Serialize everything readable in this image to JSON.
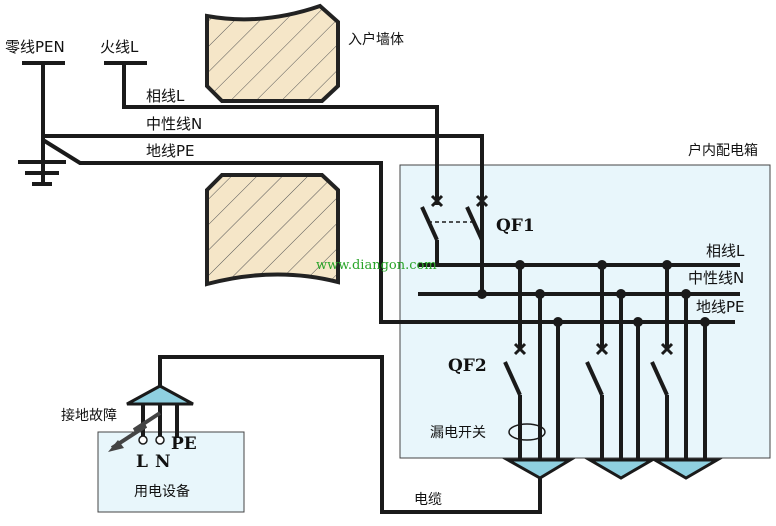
{
  "labels": {
    "pen_label": "零线PEN",
    "live_label": "火线L",
    "wall_label": "入户墙体",
    "phase_left": "相线L",
    "neutral_left": "中性线N",
    "pe_left": "地线PE",
    "box_title": "户内配电箱",
    "qf1": "QF1",
    "qf2": "QF2",
    "phase_right": "相线L",
    "neutral_right": "中性线N",
    "pe_right": "地线PE",
    "fault": "接地故障",
    "pe_term": "PE",
    "l_term": "L",
    "n_term": "N",
    "device": "用电设备",
    "rcd": "漏电开关",
    "cable": "电缆",
    "watermark": "www.diangon.com"
  },
  "colors": {
    "wire": "#1a1a1a",
    "wall_fill": "#f5e6c8",
    "box_fill": "#e8f6fb",
    "terminal_fill": "#8fd0e0"
  }
}
